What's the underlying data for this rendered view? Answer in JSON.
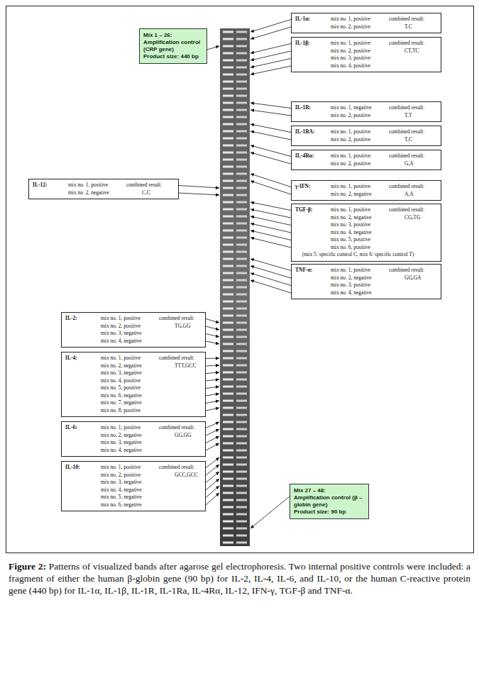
{
  "diagram": {
    "caption": "Figure 2: Patterns of visualized bands after agarose gel electrophoresis. Two internal positive controls were included: a fragment of either the human β-globin gene (90 bp) for IL-2, IL-4, IL-6, and IL-10, or the human C-reactive protein gene (440 bp) for IL-1α, IL-1β, IL-1R, IL-1Ra, IL-4Rα, IL-12, IFN-γ, TGF-β and TNF-α.",
    "nodes": [
      {
        "text": [
          "Mix 1 – 26:",
          "Amplification control (CRP gene)",
          "Product size: 440 bp"
        ]
      },
      {
        "text": [
          "IL-1α:",
          "mix no. 1, positive",
          "mix no. 2, positive",
          "combined result:",
          "T,C"
        ]
      },
      {
        "text": [
          "IL-1β:",
          "mix no. 1, positive",
          "mix no. 2, positive",
          "mix no. 3, positive",
          "mix no. 4, positive",
          "combined result:",
          "CT,TC"
        ]
      },
      {
        "text": [
          "IL-1R:",
          "mix no. 1, negative",
          "mix no. 2, positive",
          "combined result:",
          "T,T"
        ]
      },
      {
        "text": [
          "IL-1RA:",
          "mix no. 1, positive",
          "mix no. 2, positive",
          "combined result:",
          "T,C"
        ]
      },
      {
        "text": [
          "IL-4Rα:",
          "mix no. 1, positive",
          "mix no. 2, positive",
          "combined result:",
          "G,A"
        ]
      },
      {
        "text": [
          "IL-12:",
          "mix no. 1, positive",
          "mix no. 2, negative",
          "combined result:",
          "C,C"
        ]
      },
      {
        "text": [
          "γ-IFN:",
          "mix no. 1, positive",
          "mix no. 2, negative",
          "combined result:",
          "A,A"
        ]
      },
      {
        "text": [
          "TGF-β:",
          "mix no. 1, positive",
          "mix no. 2, negative",
          "mix no. 3, positive",
          "mix no. 4, negative",
          "mix no. 5, positive",
          "mix no. 6, positive",
          "combined result:",
          "CG,TG",
          "(mix 5: specific control C, mix 6: specific control T)"
        ]
      },
      {
        "text": [
          "TNF-α:",
          "mix no. 1, positive",
          "mix no. 2, negative",
          "mix no. 3, positive",
          "mix no. 4, negative",
          "combined result:",
          "GG,GA"
        ]
      },
      {
        "text": [
          "IL-2:",
          "mix no. 1, positive",
          "mix no. 2, positive",
          "mix no. 3, negative",
          "mix no. 4, negative",
          "combined result:",
          "TG,GG"
        ]
      },
      {
        "text": [
          "IL-4:",
          "mix no. 1, positive",
          "mix no. 2, negative",
          "mix no. 3, negative",
          "mix no. 4, positive",
          "mix no. 5, positive",
          "mix no. 6, negative",
          "mix no. 7, negative",
          "mix no. 8, positive",
          "combined result:",
          "TTT,GCC"
        ]
      },
      {
        "text": [
          "IL-6:",
          "mix no. 1, positive",
          "mix no. 2, negative",
          "mix no. 3, negative",
          "mix no. 4, negative",
          "combined result:",
          "GG,GG"
        ]
      },
      {
        "text": [
          "IL-10:",
          "mix no. 1, positive",
          "mix no. 2, positive",
          "mix no. 3, negative",
          "mix no. 4, negative",
          "mix no. 5, negative",
          "mix no. 6, negative",
          "combined result:",
          "GCC,GCC"
        ]
      },
      {
        "text": [
          "Mix 27 – 48:",
          "Amplification control (β – globin gene)",
          "Product size: 90 bp"
        ]
      }
    ]
  }
}
